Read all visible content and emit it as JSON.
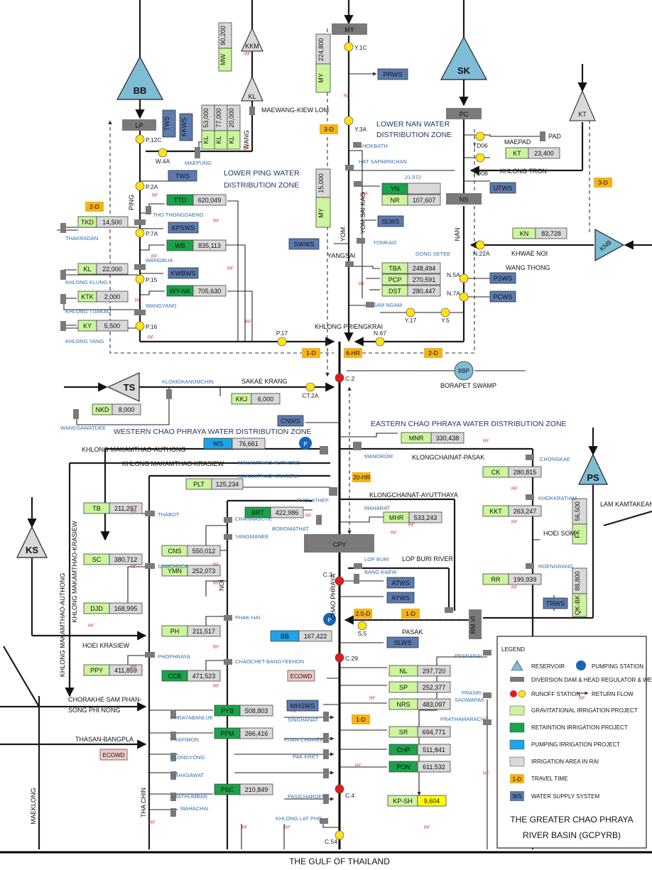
{
  "title": {
    "line1": "THE GREATER CHAO PHRAYA",
    "line2": "RIVER BASIN (GCPYRB)"
  },
  "gulf_label": "THE GULF OF THAILAND",
  "zones": {
    "lower_ping_1": "LOWER PING WATER",
    "lower_ping_2": "DISTRIBUTION ZONE",
    "lower_nan_1": "LOWER NAN WATER",
    "lower_nan_2": "DISTRIBUTION ZONE",
    "western": "WESTERN CHAO PHRAYA WATER DISTRIBUTION ZONE",
    "eastern": "EASTERN CHAO PHRAYA WATER DISTRIBUTION ZONE"
  },
  "reservoirs": {
    "bb": "BB",
    "sk": "SK",
    "knb": "KNB",
    "ts": "TS",
    "ks": "KS",
    "ps": "PS",
    "kkm": "KKM",
    "kl": "KL",
    "kt": "KT"
  },
  "dams": {
    "lp": "LP",
    "my": "MY",
    "pc": "PC",
    "ns": "NS",
    "cpy": "CPY",
    "rmvi": "RM.VI"
  },
  "irrigation": {
    "tkd": {
      "code": "TKD",
      "value": "14,500"
    },
    "ttd": {
      "code": "TTD",
      "value": "620,049"
    },
    "wb": {
      "code": "WB",
      "value": "835,113"
    },
    "kl": {
      "code": "KL",
      "value": "22,000"
    },
    "ktk": {
      "code": "KTK",
      "value": "2,000"
    },
    "wynk": {
      "code": "WY-NK",
      "value": "705,630"
    },
    "ky": {
      "code": "KY",
      "value": "5,500"
    },
    "mw": {
      "code": "MW",
      "value": "90,200"
    },
    "kl1": {
      "code": "KL",
      "value": "53,000"
    },
    "kl2": {
      "code": "KL",
      "value": "77,000"
    },
    "kl3": {
      "code": "KL",
      "value": "20,000"
    },
    "my1": {
      "code": "MY",
      "value": "224,800"
    },
    "my2": {
      "code": "MY",
      "value": "15,000"
    },
    "yn": {
      "code": "YN",
      "value": ""
    },
    "nr": {
      "code": "NR",
      "value": "107,607"
    },
    "tba": {
      "code": "TBA",
      "value": "248,494"
    },
    "pcp": {
      "code": "PCP",
      "value": "270,591"
    },
    "dst": {
      "code": "DST",
      "value": "280,447"
    },
    "kt": {
      "code": "KT",
      "value": "23,400"
    },
    "kn": {
      "code": "KN",
      "value": "83,728"
    },
    "nkd": {
      "code": "NKD",
      "value": "8,000"
    },
    "kkj": {
      "code": "KKJ",
      "value": "6,000"
    },
    "ws": {
      "code": "WS",
      "value": "76,661"
    },
    "mnr": {
      "code": "MNR",
      "value": "330,438"
    },
    "plt": {
      "code": "PLT",
      "value": "125,234"
    },
    "ck": {
      "code": "CK",
      "value": "280,815"
    },
    "brt": {
      "code": "BRT",
      "value": "422,986"
    },
    "mhr": {
      "code": "MHR",
      "value": "533,243"
    },
    "kkt": {
      "code": "KKT",
      "value": "263,247"
    },
    "tb": {
      "code": "TB",
      "value": "211,297"
    },
    "cns": {
      "code": "CNS",
      "value": "550,012"
    },
    "fk": {
      "code": "FK",
      "value": "56,500"
    },
    "ymn": {
      "code": "YMN",
      "value": "252,073"
    },
    "sc": {
      "code": "SC",
      "value": "380,712"
    },
    "rr": {
      "code": "RR",
      "value": "199,939"
    },
    "qkbk": {
      "code": "QK-BK",
      "value": "88,800"
    },
    "djd": {
      "code": "DJD",
      "value": "168,995"
    },
    "ph": {
      "code": "PH",
      "value": "211,517"
    },
    "bb": {
      "code": "BB",
      "value": "167,422"
    },
    "ppy": {
      "code": "PPY",
      "value": "411,859"
    },
    "ccb": {
      "code": "CCB",
      "value": "471,523"
    },
    "nl": {
      "code": "NL",
      "value": "297,720"
    },
    "sp": {
      "code": "SP",
      "value": "252,377"
    },
    "nrs": {
      "code": "NRS",
      "value": "483,097"
    },
    "pyb": {
      "code": "PYB",
      "value": "508,803"
    },
    "sr": {
      "code": "SR",
      "value": "694,771"
    },
    "ppm": {
      "code": "PPM",
      "value": "266,416"
    },
    "chp": {
      "code": "CHP",
      "value": "511,841"
    },
    "pon": {
      "code": "PON",
      "value": "611,532"
    },
    "psc": {
      "code": "PSC",
      "value": "210,849"
    },
    "kpsh": {
      "code": "KP-SH",
      "value": "9,604"
    }
  },
  "supply": {
    "tws1": "TWS",
    "kkws": "KKWS",
    "tws2": "TWS",
    "kpsws": "KPSWS",
    "kwbws": "KWBWS",
    "prws": "PRWS",
    "swws": "SWWS",
    "slws1": "SLWS",
    "utws": "UTWS",
    "psws": "PSWS",
    "pcws": "PCWS",
    "cnws": "CNWS",
    "atws": "ATWS",
    "ayws": "AYWS",
    "trws": "TRWS",
    "slws2": "SLWS",
    "mhsws": "MHSWS"
  },
  "ecowd": {
    "a": "ECOWD",
    "b": "ECOWD"
  },
  "travel": {
    "d3a": "3-D",
    "d2a": "2-D",
    "d3b": "3-D",
    "d1a": "1-D",
    "hr6": "6-HR",
    "d2b": "2-D",
    "hr20": "20-HR",
    "d25": "2.5-D",
    "d1b": "1-D",
    "d1c": "1-D"
  },
  "stations": {
    "y1c": "Y.1C",
    "y3a": "Y.3A",
    "p12c": "P.12C",
    "w4a": "W.4A",
    "p2a": "P.2A",
    "p7a": "P.7A",
    "p15": "P.15",
    "p16": "P.16",
    "p17": "P.17",
    "n67": "N.67",
    "y17": "Y.17",
    "y5": "Y.5",
    "n5a": "N.5A",
    "n7a": "N.7A",
    "n22a": "N.22A",
    "td06": "TD06",
    "td08": "TD08",
    "c2": "C.2",
    "ct2a": "CT.2A",
    "c3": "C.3",
    "s5": "S.5",
    "c29": "C.29",
    "c4": "C.4",
    "c54": "C.54",
    "bbp": "BBP"
  },
  "rivers": {
    "ping": "PING",
    "wang": "WANG",
    "yom": "YOM",
    "nan": "NAN",
    "chao_phraya": "CHAO PHRAYA",
    "noi": "NOI",
    "tha_chin": "THA CHIN",
    "maeklong": "MAEKLONG",
    "pasak": "PASAK",
    "lop_buri_river": "LOP BURI RIVER",
    "sakae_krang": "SAKAE KRANG",
    "khwae_noi": "KHWAE NOI",
    "wang_thong": "WANG THONG",
    "maepad": "MAEPAD",
    "khlong_tron": "KHLONG TRON",
    "hoei_krasiew": "HOEI KRASIEW",
    "borapet": "BORAPET SWAMP",
    "kma_auth": "KHLONG MAKAMTHAO-AUTHONG",
    "kma_kra": "KHLONG MAKAMTHAO-KRASIEW",
    "kma_auth_v": "KHLONG MAKAMTHAO-AUTHONG",
    "kma_kra_v": "KHLONG MAKAMTHAO-KRASIEW",
    "klong_pasak": "KLONGCHAINAT-PASAK",
    "klong_ayut": "KLONGCHAINAT-AYUTTHAYA",
    "chorakhe1": "CHORAKHE SAM PHAN-",
    "chorakhe2": "SONG PHI NONG",
    "thasan": "THASAN-BANGPLA",
    "khlong_priengkrai": "KHLONG PRIENGKRAI",
    "lam_kamtakean": "LAM KAMTAKEAN",
    "hoei_som": "HOEI SOM",
    "maewang": "MAEWANG-KIEW LOM",
    "yom_sai_kao": "YOM SAI KAO",
    "yan_sai": "YANGSAI",
    "pad": "PAD"
  },
  "regulators": {
    "maepung": "MAEPUNG",
    "thakradan": "THAKRADAN",
    "tho_thongdaeng": "THO THONGDAENG",
    "wangbua": "WANGBUA",
    "khlong_klung": "KHLONG KLUNG",
    "khlong_tuakao": "KHLONG TUAKAO",
    "wangyang": "WANGYANG",
    "khlong_yang": "KHLONG YANG",
    "hokbath": "HOKBATH",
    "hat_saparnchan": "HAT SAPARNCHAN",
    "khum": "21,572",
    "yomkao": "YOMKAO",
    "dong_setee": "DONG SETEE",
    "sam_ngam": "SAM NGAM",
    "klomgkanomchin": "KLOMGKANOMCHIN",
    "wangsawatdee": "WANGSAWATDEE",
    "makamthao_authong": "MAKAMTHAO-AUTHONG",
    "makamthao_krasiew": "MAKAMTHAO-KRASIEW",
    "manorom": "MANOROM",
    "chongkae": "CHONGKAE",
    "pholathep": "PHOLATHEP",
    "khokkratiam": "KHOKKRATIAM",
    "maharat": "MAHARAT",
    "boromathat": "BOROMATHAT",
    "thabot": "THABOT",
    "channasute": "CHANNASUTE",
    "yangmanee": "YANGMANEE",
    "samchuck": "SAMCHUCK",
    "roengrang": "ROENGRANG",
    "lop_buri": "LOP BURI",
    "bang_kaew": "BANG KAEW",
    "phak_hai": "PHAK-HAI",
    "phophraya": "PHOPHRAYA",
    "chaochet": "CHAOCHET-BANGYEEHON",
    "pranarai": "PRANARAI",
    "prasri": "PRASRI",
    "saowapak": "SAOWAPAK",
    "prathamaracha": "PRATHAMARACHA",
    "phrayabanlue": "PHRAYABANLUE",
    "singhanat": "SINGHANAT",
    "prapimon": "PRAPIMON",
    "kuan_chawee": "KUAN CHAWEE",
    "klongyong": "KLONGYONG",
    "pak_kret": "PAK KRET",
    "mahasawat": "MAHASAWAT",
    "krathumban": "KRATHUMBAN",
    "pasicharoen": "PASICHAROEN",
    "mahachai": "MAHACHAI",
    "khlong_lat_pho": "KHLONG LAT PHO"
  },
  "rf": "RF",
  "legend": {
    "heading": "LEGEND",
    "reservoir": "RESERVOIR",
    "pumping": "PUMPING STATION",
    "pump_letter": "P",
    "diversion": "DIVERSION DAM & HEAD REGULATOR & WEIR",
    "runoff": "RUNOFF STATION",
    "return_flow": "RETURN FLOW",
    "rf": "RF",
    "gravitational": "GRAVITATIONAL IRRIGATION PROJECT",
    "retention": "RETAINTION IRRIGATION PROJECT",
    "pumping_irr": "PUMPING IRRIGATION PROJECT",
    "area": "IRRIGATION AREA IN RAI",
    "travel": "TRAVEL TIME",
    "travel_sample": "1-D",
    "water_supply": "WATER SUPPLY SYSTEM",
    "ws_sample": "WS"
  },
  "colors": {
    "reservoir": "#7fbcd6",
    "gravitational": "#ccf59e",
    "retention": "#1aa34a",
    "pumping": "#1fa3e6",
    "area": "#d9d9d9",
    "travel": "#f5b31a",
    "supply": "#5b7bb0",
    "dam": "#7a7a7a",
    "ecowd": "#f2c8c4",
    "kpsh_value": "#ffff00"
  }
}
